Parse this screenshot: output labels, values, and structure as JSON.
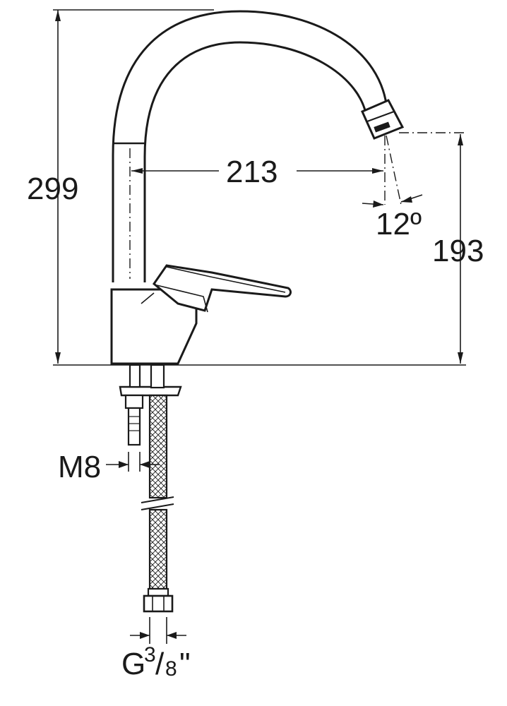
{
  "dimensions": {
    "height_total": "299",
    "reach": "213",
    "spout_height": "193",
    "spout_angle": "12º",
    "mount_thread": "M8",
    "hose_thread_prefix": "G",
    "hose_thread_num": "3",
    "hose_thread_slash": "/",
    "hose_thread_den": "8",
    "hose_thread_unit": "\""
  }
}
